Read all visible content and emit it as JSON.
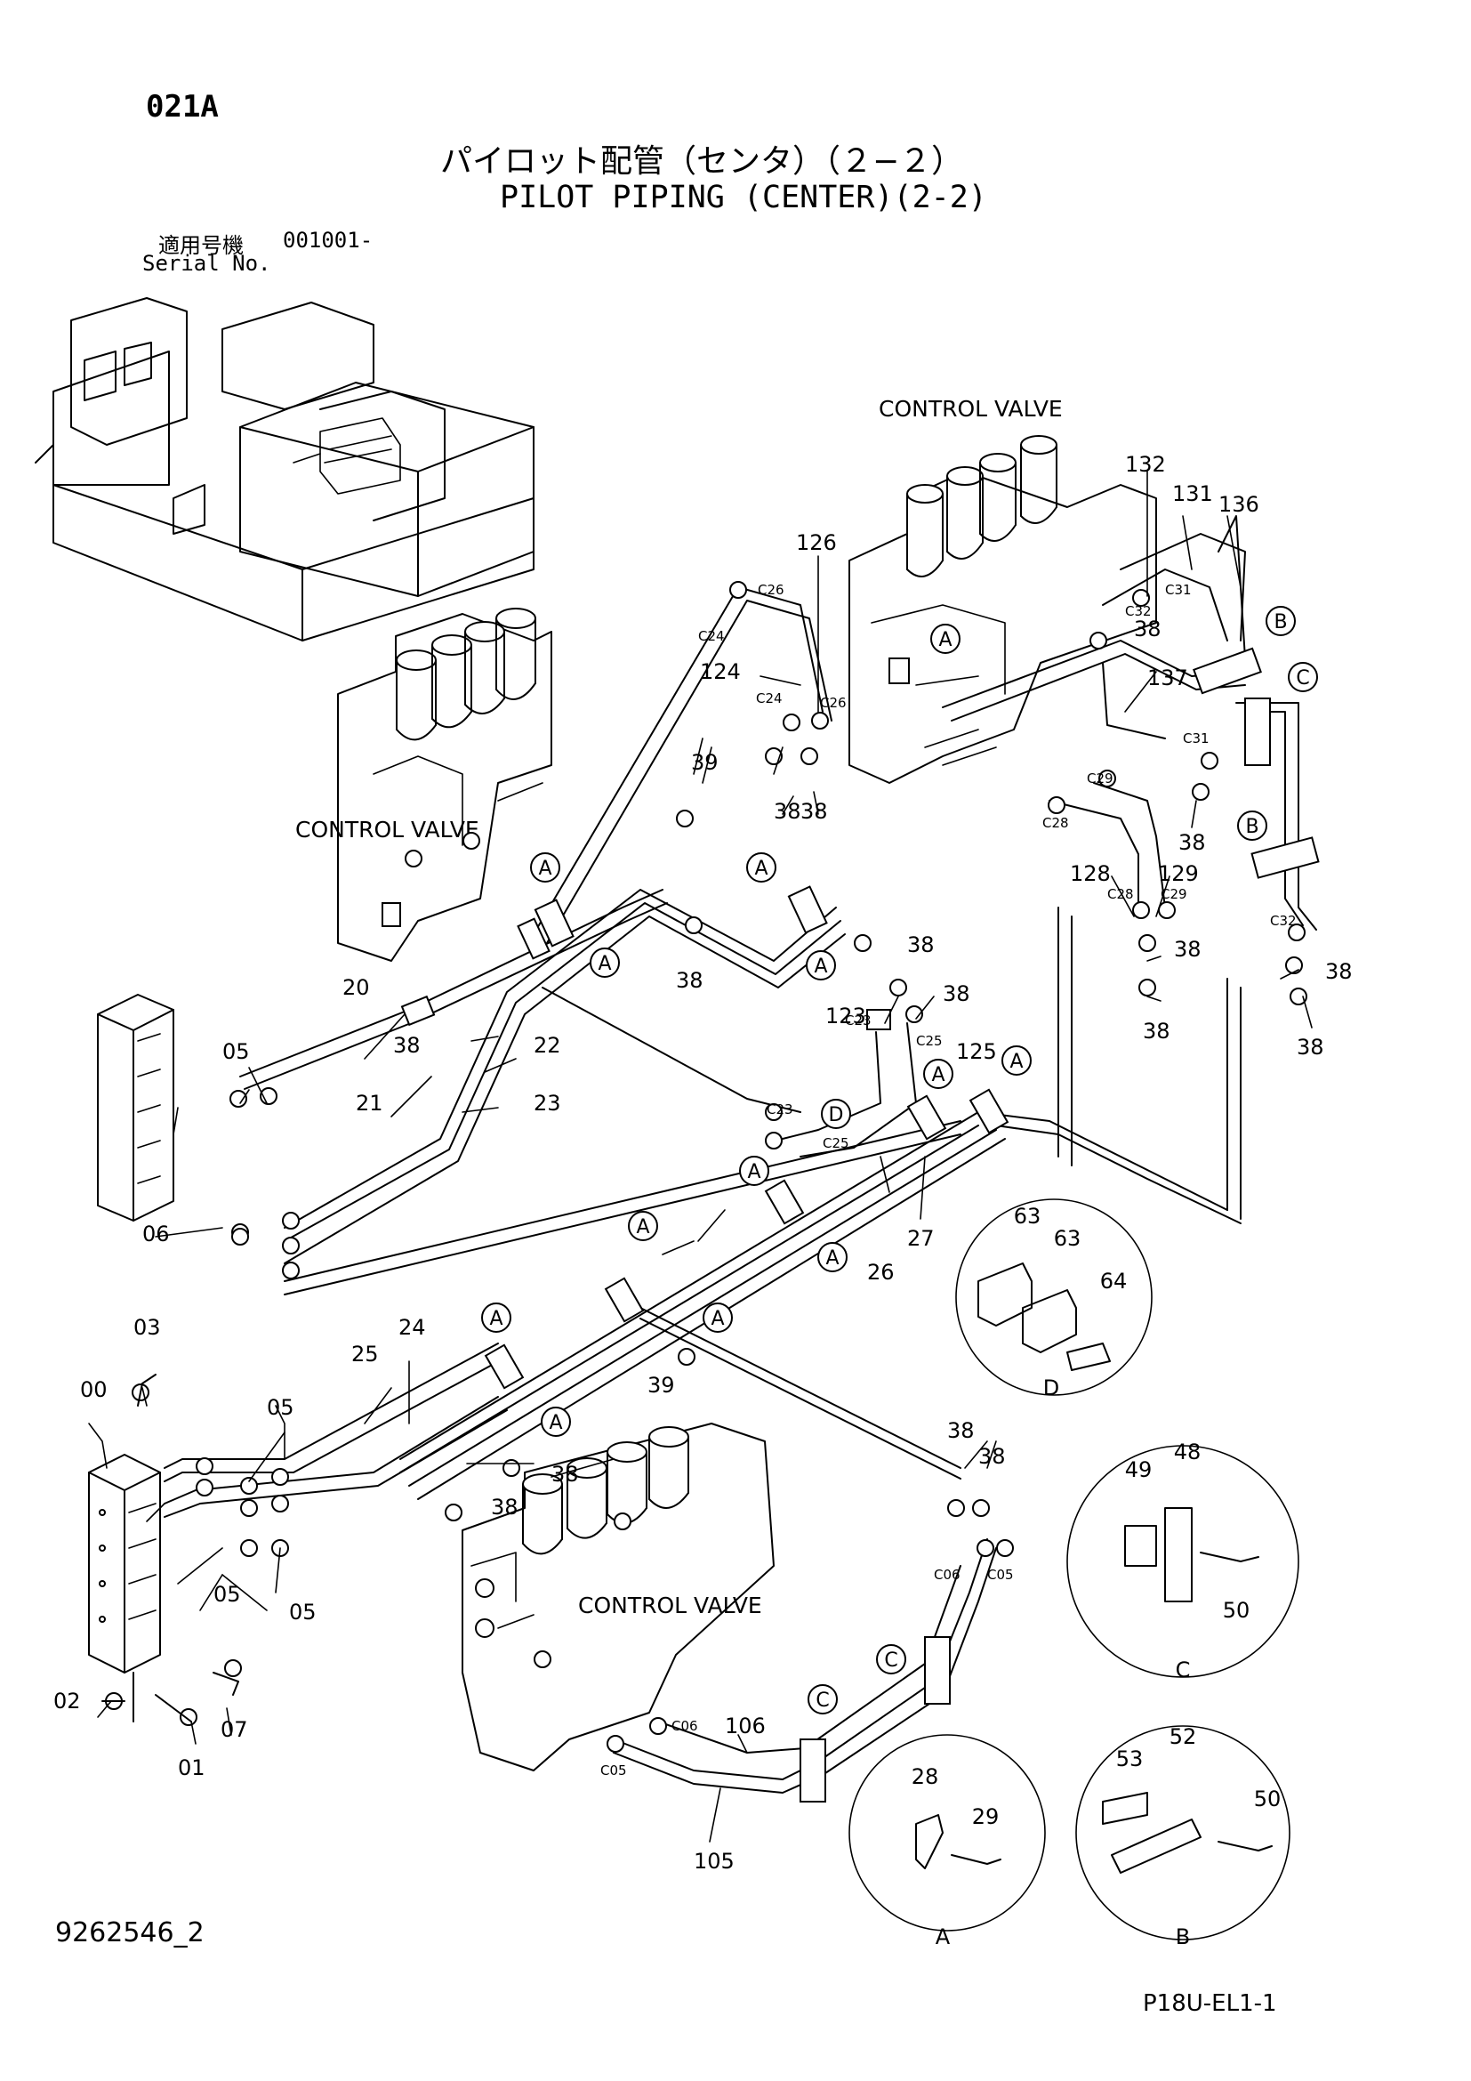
{
  "header": {
    "page_code": "021A",
    "title_jp": "パイロット配管（センタ）（２−２）",
    "title_en": "PILOT PIPING (CENTER)(2-2)",
    "serial_label_jp": "適用号機",
    "serial_value": "001001-",
    "serial_label_en": "Serial No."
  },
  "footer": {
    "doc_number": "9262546_2",
    "sheet_code": "P18U-EL1-1"
  },
  "labels": {
    "control_valve": "CONTROL VALVE"
  },
  "part_numbers": [
    "00",
    "01",
    "02",
    "03",
    "05",
    "05",
    "05",
    "05",
    "06",
    "07",
    "20",
    "21",
    "22",
    "23",
    "24",
    "25",
    "26",
    "27",
    "38",
    "39",
    "105",
    "106",
    "123",
    "124",
    "125",
    "126",
    "128",
    "129",
    "131",
    "132",
    "136",
    "137",
    "28",
    "29",
    "48",
    "49",
    "50",
    "52",
    "53",
    "50",
    "63",
    "63",
    "64"
  ],
  "fittings": [
    "C23",
    "C24",
    "C25",
    "C26",
    "C28",
    "C29",
    "C31",
    "C32",
    "C05",
    "C06"
  ],
  "callouts": [
    "A",
    "B",
    "C",
    "D"
  ],
  "detail_views": [
    {
      "letter": "A",
      "parts": [
        "28",
        "29"
      ]
    },
    {
      "letter": "B",
      "parts": [
        "52",
        "53",
        "50"
      ]
    },
    {
      "letter": "C",
      "parts": [
        "48",
        "49",
        "50"
      ]
    },
    {
      "letter": "D",
      "parts": [
        "63",
        "63",
        "64"
      ]
    }
  ]
}
